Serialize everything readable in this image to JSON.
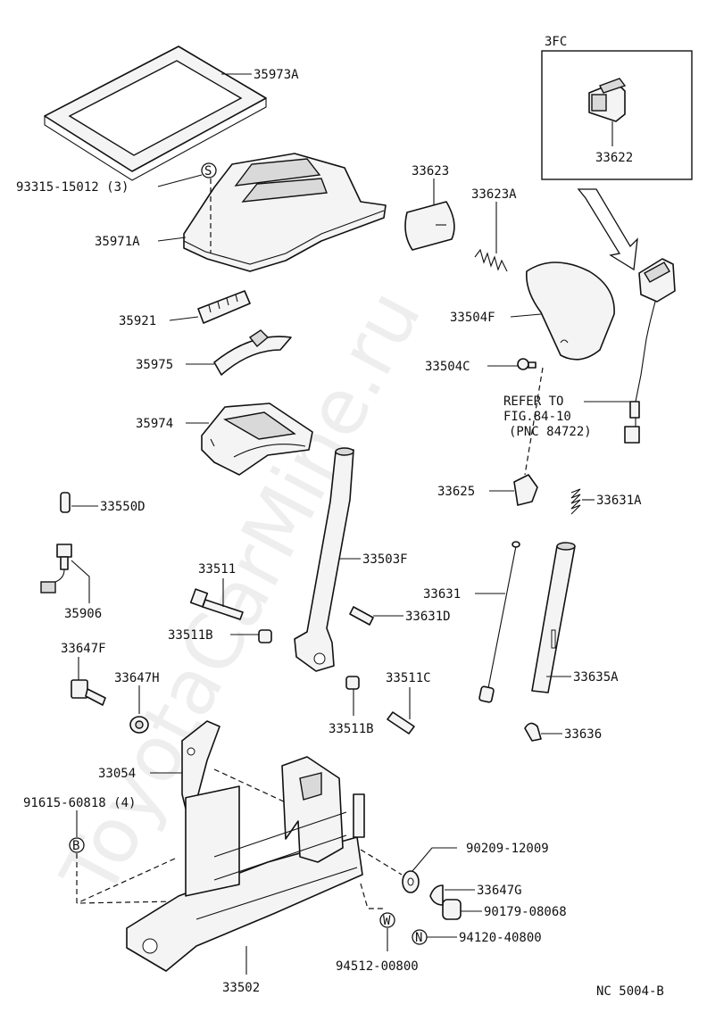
{
  "watermark": "ToyotaCarMine.ru",
  "inset_label": "3FC",
  "footer_code": "NC 5004-B",
  "refer_note": [
    "REFER TO",
    "FIG.84-10",
    "(PNC 84722)"
  ],
  "callout_symbols": {
    "s": "S",
    "b": "B",
    "w": "W",
    "n": "N"
  },
  "parts": {
    "p35973A": "35973A",
    "p93315": "93315-15012 (3)",
    "p35971A": "35971A",
    "p35921": "35921",
    "p35975": "35975",
    "p35974": "35974",
    "p33550D": "33550D",
    "p35906": "35906",
    "p33511": "33511",
    "p33511B_top": "33511B",
    "p33647F": "33647F",
    "p33647H": "33647H",
    "p33054": "33054",
    "p91615": "91615-60818 (4)",
    "p33502": "33502",
    "p94512": "94512-00800",
    "p94120": "94120-40800",
    "p90179": "90179-08068",
    "p33647G": "33647G",
    "p90209": "90209-12009",
    "p33511B_bot": "33511B",
    "p33511C": "33511C",
    "p33631D": "33631D",
    "p33503F": "33503F",
    "p33623": "33623",
    "p33623A": "33623A",
    "p33504F": "33504F",
    "p33504C": "33504C",
    "p33625": "33625",
    "p33631A": "33631A",
    "p33631": "33631",
    "p33635A": "33635A",
    "p33636": "33636",
    "p33622": "33622"
  }
}
